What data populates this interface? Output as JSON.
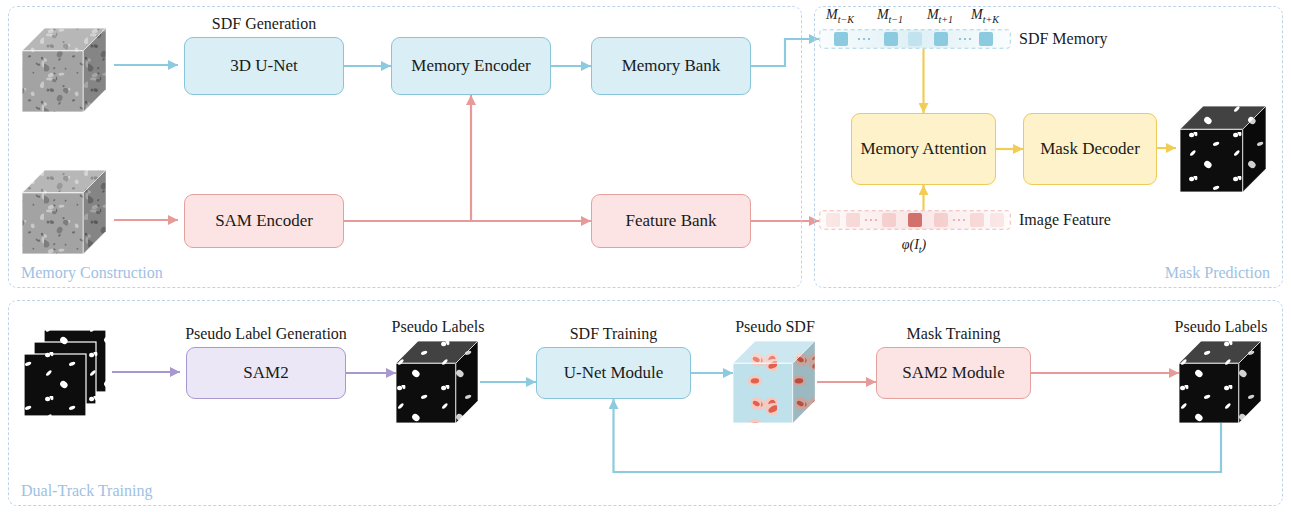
{
  "diagram": {
    "nodes": [
      {
        "text": [
          "Memory Construction"
        ]
      },
      {
        "text": [
          "SDF Generation",
          "3D U-Net"
        ],
        "in": 0
      },
      {
        "text": [
          "Memory Encoder"
        ],
        "in": 0
      },
      {
        "text": [
          "Memory Bank"
        ],
        "in": 0
      },
      {
        "text": [
          "SAM Encoder"
        ],
        "in": 0
      },
      {
        "text": [
          "Feature Bank"
        ],
        "in": 0
      },
      {
        "text": [
          "Mask Prediction"
        ]
      },
      {
        "text": [
          "SDF Memory"
        ],
        "in": 6
      },
      {
        "text": [
          "Memory Attention"
        ],
        "in": 6
      },
      {
        "text": [
          "Mask Decoder"
        ],
        "in": 6
      },
      {
        "text": [
          "Image Feature"
        ],
        "in": 6
      },
      {
        "text": [
          "Dual-Track Training"
        ]
      },
      {
        "text": [
          "Pseudo Label Generation",
          "SAM2"
        ],
        "in": 11
      },
      {
        "text": [
          "Pseudo Labels"
        ],
        "in": 11
      },
      {
        "text": [
          "SDF Training",
          "U-Net Module"
        ],
        "in": 11
      },
      {
        "text": [
          "Pseudo SDF"
        ],
        "in": 11
      },
      {
        "text": [
          "Mask Training",
          "SAM2 Module"
        ],
        "in": 11
      },
      {
        "text": [
          "Pseudo Labels"
        ],
        "in": 11
      }
    ],
    "edges": [
      {
        "from": 1,
        "to": 2,
        "arrow": "to"
      },
      {
        "from": 2,
        "to": 3,
        "arrow": "to"
      },
      {
        "from": 3,
        "to": 7,
        "arrow": "to"
      },
      {
        "from": 4,
        "to": 5,
        "arrow": "to"
      },
      {
        "from": 4,
        "to": 2,
        "arrow": "to"
      },
      {
        "from": 5,
        "to": 10,
        "arrow": "to"
      },
      {
        "from": 7,
        "to": 8,
        "arrow": "to"
      },
      {
        "from": 10,
        "to": 8,
        "arrow": "to"
      },
      {
        "from": 8,
        "to": 9,
        "arrow": "to"
      },
      {
        "from": 12,
        "to": 13,
        "arrow": "to"
      },
      {
        "from": 13,
        "to": 14,
        "arrow": "to"
      },
      {
        "from": 14,
        "to": 15,
        "arrow": "to"
      },
      {
        "from": 15,
        "to": 16,
        "arrow": "to"
      },
      {
        "from": 16,
        "to": 17,
        "arrow": "to"
      },
      {
        "from": 17,
        "to": 14,
        "arrow": "to"
      }
    ],
    "labels": [
      "Mt−K",
      "Mt−1",
      "Mt+1",
      "Mt+K",
      "φ(It)"
    ]
  }
}
